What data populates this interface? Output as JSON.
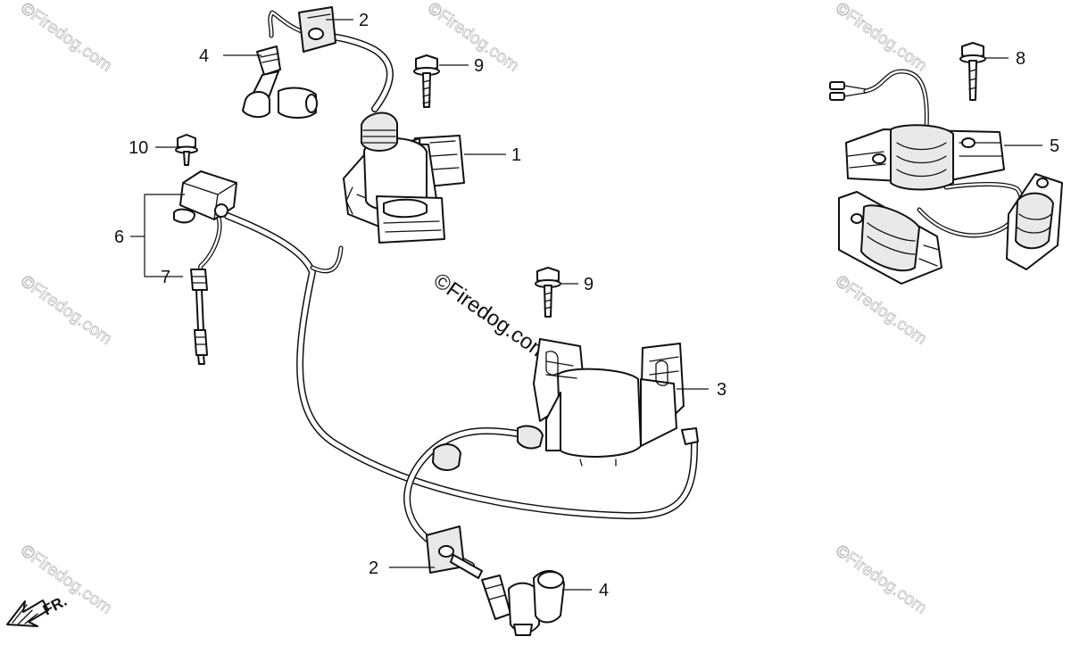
{
  "watermark": "©Firedog.com",
  "direction_label": "FR.",
  "callouts": {
    "c1": "1",
    "c2_top": "2",
    "c2_bottom": "2",
    "c3": "3",
    "c4_top": "4",
    "c4_bottom": "4",
    "c5": "5",
    "c6": "6",
    "c7": "7",
    "c8": "8",
    "c9_top": "9",
    "c9_mid": "9",
    "c10": "10"
  },
  "icons": {
    "direction": "arrow-front-icon",
    "bolt": "flange-bolt-icon",
    "coil": "ignition-coil-icon",
    "cap": "spark-plug-cap-icon",
    "grommet": "rubber-grommet-icon",
    "stator": "charge-coil-stator-icon",
    "switch": "stop-switch-icon"
  }
}
